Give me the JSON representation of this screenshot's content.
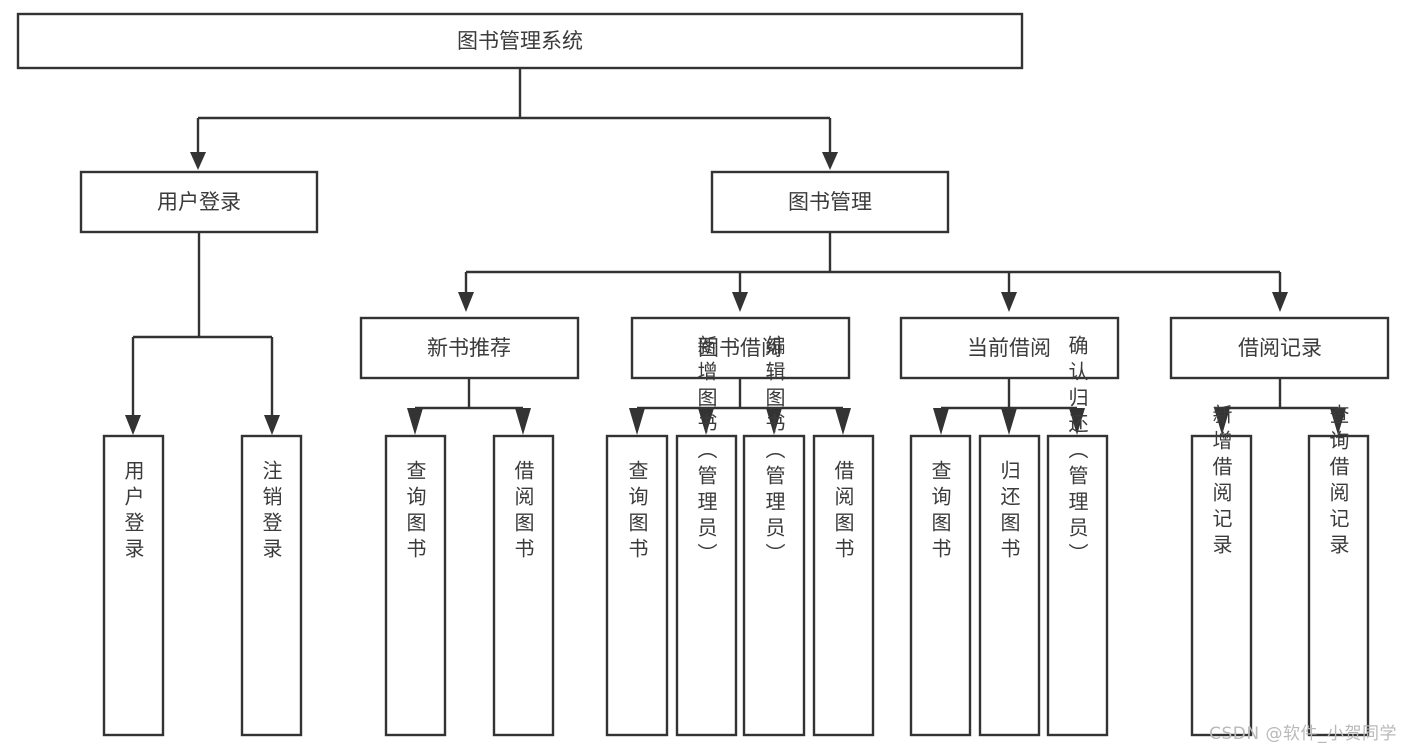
{
  "diagram": {
    "type": "tree-hierarchy-chart",
    "title": "图书管理系统",
    "watermark": "CSDN @软件_小贺同学",
    "colors": {
      "box_stroke": "#333333",
      "box_fill": "#ffffff",
      "text": "#3b3b3b",
      "connector": "#333333",
      "watermark": "#b9b9b9",
      "background": "#ffffff"
    },
    "levels": {
      "root": {
        "label": "图书管理系统"
      },
      "level2": [
        {
          "id": "user-login",
          "label": "用户登录"
        },
        {
          "id": "book-management",
          "label": "图书管理"
        }
      ],
      "level3": [
        {
          "id": "new-book-recommend",
          "label": "新书推荐",
          "parent": "book-management"
        },
        {
          "id": "book-borrow",
          "label": "图书借阅",
          "parent": "book-management"
        },
        {
          "id": "current-borrow",
          "label": "当前借阅",
          "parent": "book-management"
        },
        {
          "id": "borrow-record",
          "label": "借阅记录",
          "parent": "book-management"
        }
      ],
      "leaves": [
        {
          "id": "leaf-user-login",
          "label": "用户登录",
          "parent": "user-login"
        },
        {
          "id": "leaf-logout-login",
          "label": "注销登录",
          "parent": "user-login"
        },
        {
          "id": "leaf-query-book-1",
          "label": "查询图书",
          "parent": "new-book-recommend"
        },
        {
          "id": "leaf-borrow-book-1",
          "label": "借阅图书",
          "parent": "new-book-recommend"
        },
        {
          "id": "leaf-query-book-2",
          "label": "查询图书",
          "parent": "book-borrow"
        },
        {
          "id": "leaf-add-book",
          "label": "新增图书（管理员）",
          "parent": "book-borrow"
        },
        {
          "id": "leaf-edit-book",
          "label": "编辑图书（管理员）",
          "parent": "book-borrow"
        },
        {
          "id": "leaf-borrow-book-2",
          "label": "借阅图书",
          "parent": "book-borrow"
        },
        {
          "id": "leaf-query-book-3",
          "label": "查询图书",
          "parent": "current-borrow"
        },
        {
          "id": "leaf-return-book",
          "label": "归还图书",
          "parent": "current-borrow"
        },
        {
          "id": "leaf-confirm-return",
          "label": "确认归还（管理员）",
          "parent": "current-borrow"
        },
        {
          "id": "leaf-add-record",
          "label": "新增借阅记录",
          "parent": "borrow-record"
        },
        {
          "id": "leaf-query-record",
          "label": "查询借阅记录",
          "parent": "borrow-record"
        }
      ]
    }
  }
}
